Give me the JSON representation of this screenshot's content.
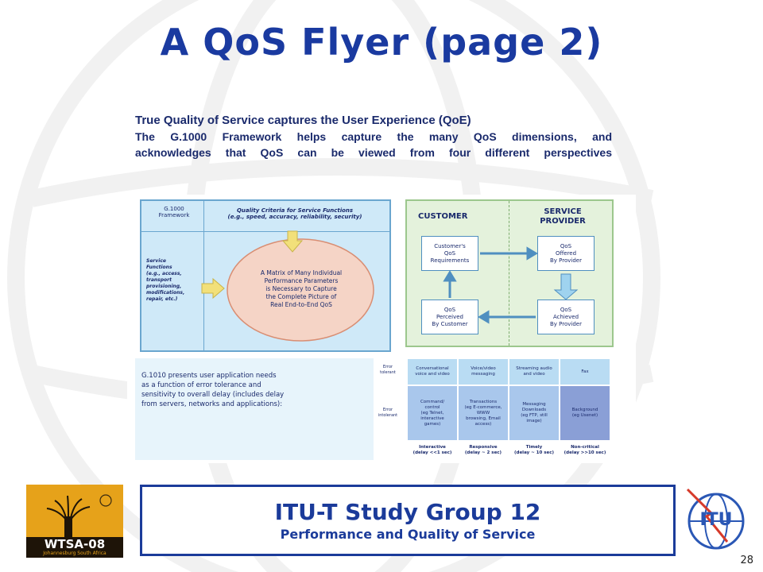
{
  "title": "A QoS Flyer (page 2)",
  "intro": {
    "line1": "True Quality of Service captures the User Experience (QoE)",
    "line2": "The G.1000 Framework helps capture the many QoS dimensions, and",
    "line3": "acknowledges that QoS can be viewed from four different perspectives"
  },
  "flyer": {
    "g1000": {
      "framework_label": "G.1000\nFramework",
      "criteria_label": "Quality Criteria for Service Functions\n(e.g., speed, accuracy, reliability, security)",
      "functions_label": "Service\nFunctions\n(e.g., access,\ntransport\nprovisioning,\nmodifications,\nrepair, etc.)",
      "matrix_label": "A Matrix of Many Individual\nPerformance Parameters\nis Necessary to Capture\nthe Complete Picture of\nReal End-to-End QoS"
    },
    "perspectives": {
      "customer_header": "CUSTOMER",
      "provider_header": "SERVICE\nPROVIDER",
      "box_requirements": "Customer's\nQoS\nRequirements",
      "box_offered": "QoS\nOffered\nBy Provider",
      "box_perceived": "QoS\nPerceived\nBy Customer",
      "box_achieved": "QoS\nAchieved\nBy Provider"
    },
    "g1010": {
      "description": "G.1010 presents user application needs\nas a function of error tolerance and\nsensitivity to overall delay (includes delay\nfrom servers, networks and applications):",
      "row_labels": [
        "Error\ntolerant",
        "Error\nintolerant"
      ],
      "row1": [
        "Conversational\nvoice and video",
        "Voice/video\nmessaging",
        "Streaming audio\nand video",
        "Fax"
      ],
      "row2": [
        "Command/\ncontrol\n(eg Telnet,\ninteractive\ngames)",
        "Transactions\n(eg E-commerce,\nWWW\nbrowsing, Email\naccess)",
        "Messaging\nDownloads\n(eg FTP, still\nimage)",
        "Background\n(eg Usenet)"
      ],
      "col_labels": [
        "Interactive\n(delay <<1 sec)",
        "Responsive\n(delay ~ 2 sec)",
        "Timely\n(delay ~ 10 sec)",
        "Non-critical\n(delay >>10 sec)"
      ]
    }
  },
  "footer": {
    "title": "ITU-T Study Group 12",
    "subtitle": "Performance and Quality of Service",
    "wtsa_logo": "WTSA-08",
    "wtsa_location": "Johannesburg South Africa",
    "itu_logo": "ITU",
    "page_number": "28"
  },
  "colors": {
    "title_blue": "#1a3aa0",
    "footer_border": "#1b3b9a",
    "panel_blue": "#cfe9f8",
    "panel_green": "#e4f2dc",
    "ellipse_fill": "#f5d4c6",
    "wtsa_orange": "#e6a21a"
  },
  "icons": {
    "wtsa": "baobab-tree-icon",
    "itu": "itu-globe-icon"
  }
}
